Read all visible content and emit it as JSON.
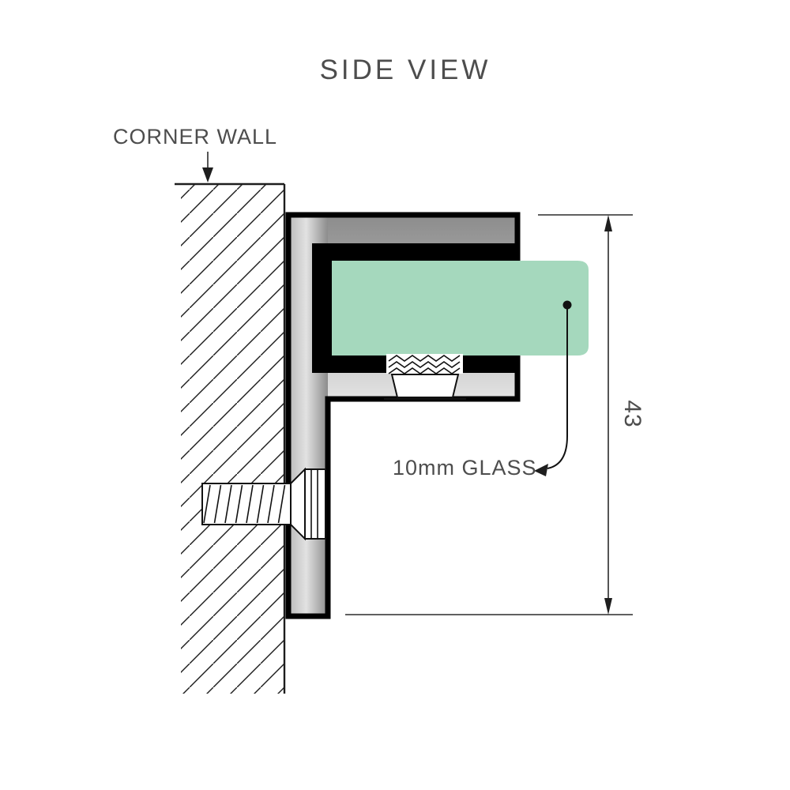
{
  "title": "SIDE VIEW",
  "labels": {
    "corner_wall": "CORNER WALL",
    "glass": "10mm GLASS"
  },
  "dimension": {
    "value": "43"
  },
  "colors": {
    "text": "#4d4d4d",
    "glass_fill": "#a5d8bd",
    "glass_stroke": "#6f6f6f",
    "metal_dark": "#8c8c8c",
    "metal_mid": "#b9b9b9",
    "metal_light": "#e2e2e2",
    "slot_black": "#000000",
    "screw_fill": "#ffffff"
  }
}
